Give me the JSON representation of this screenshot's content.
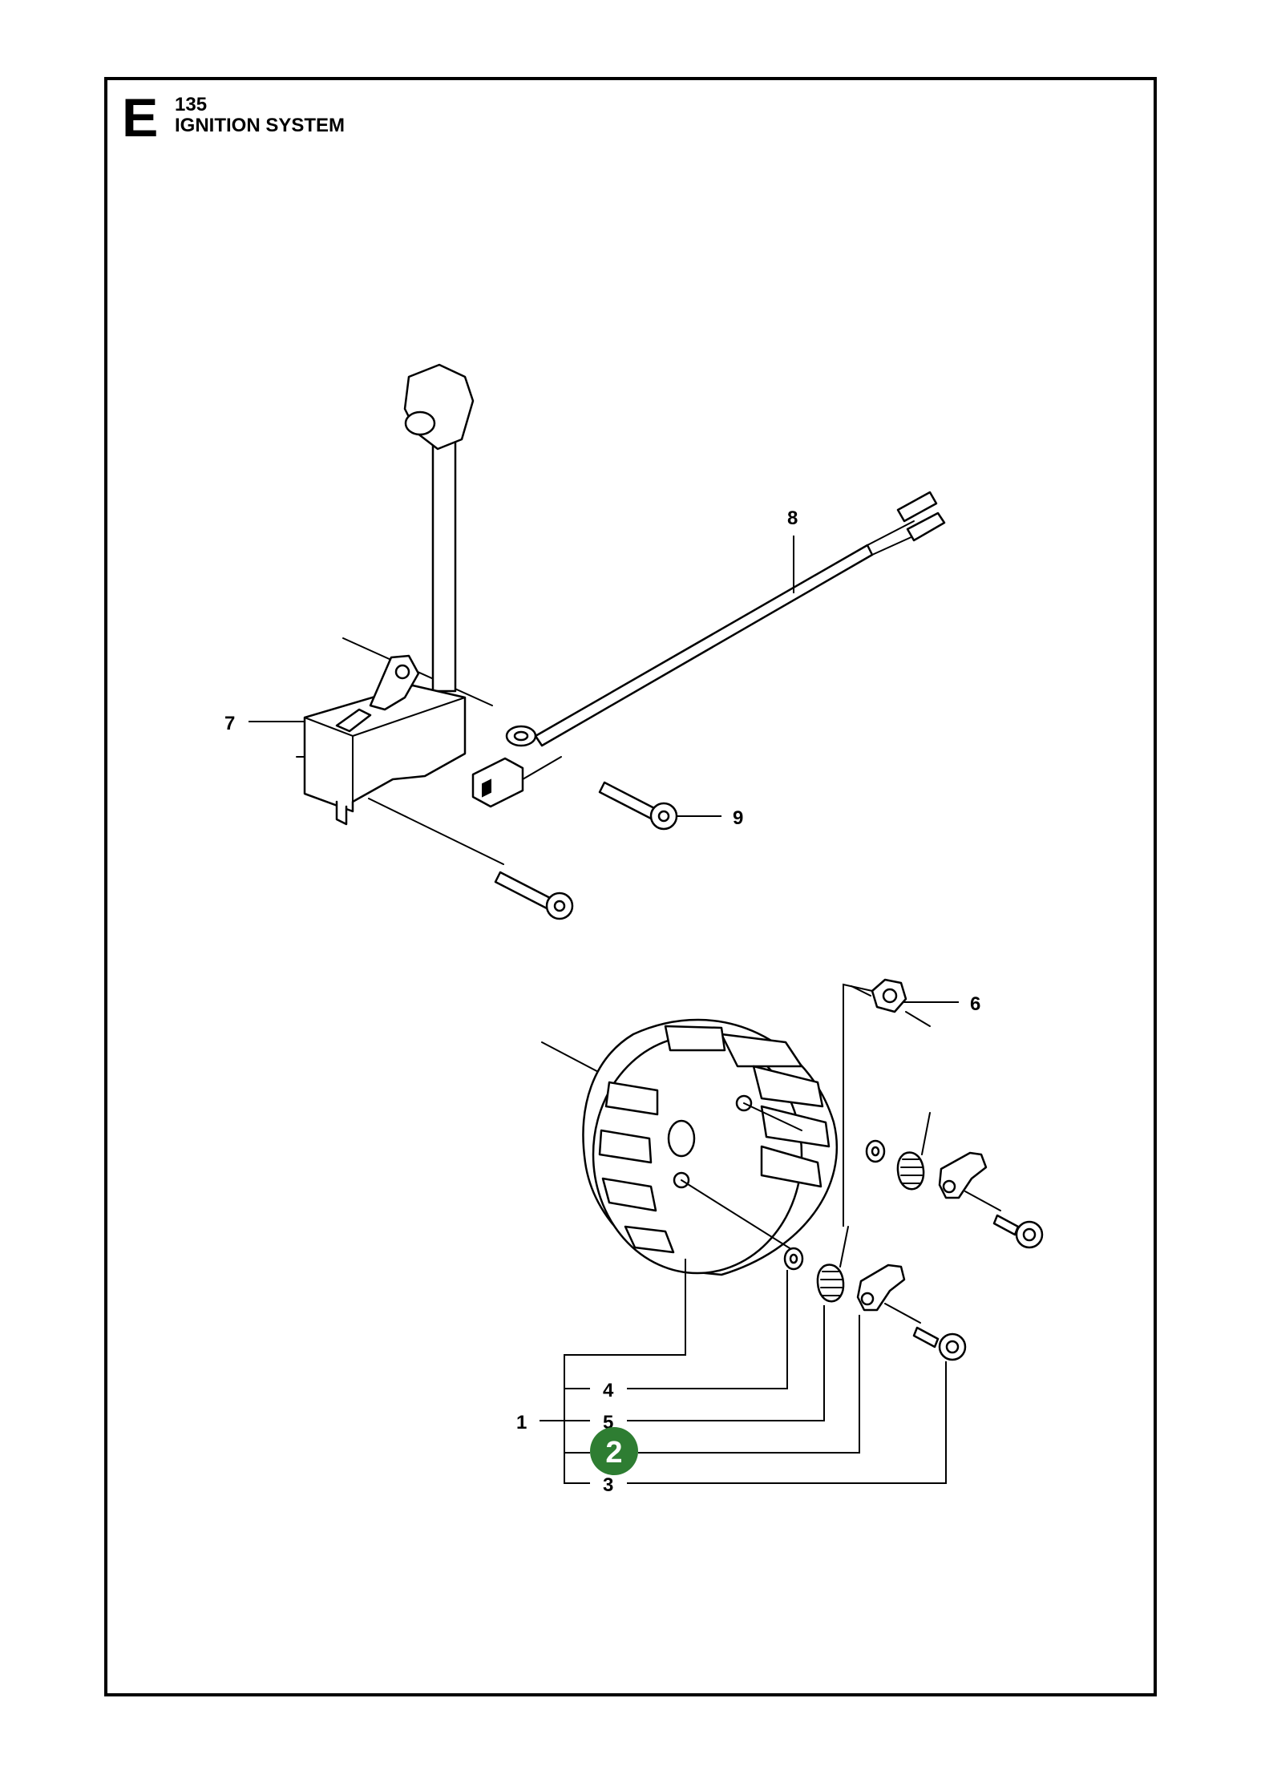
{
  "header": {
    "section_letter": "E",
    "model": "135",
    "title": "IGNITION SYSTEM"
  },
  "callouts": {
    "c1": "1",
    "c2": "2",
    "c3": "3",
    "c4": "4",
    "c5": "5",
    "c6": "6",
    "c7": "7",
    "c8": "8",
    "c9": "9"
  },
  "colors": {
    "frame": "#000000",
    "highlight_badge": "#2e7d32",
    "highlight_text": "#ffffff"
  }
}
